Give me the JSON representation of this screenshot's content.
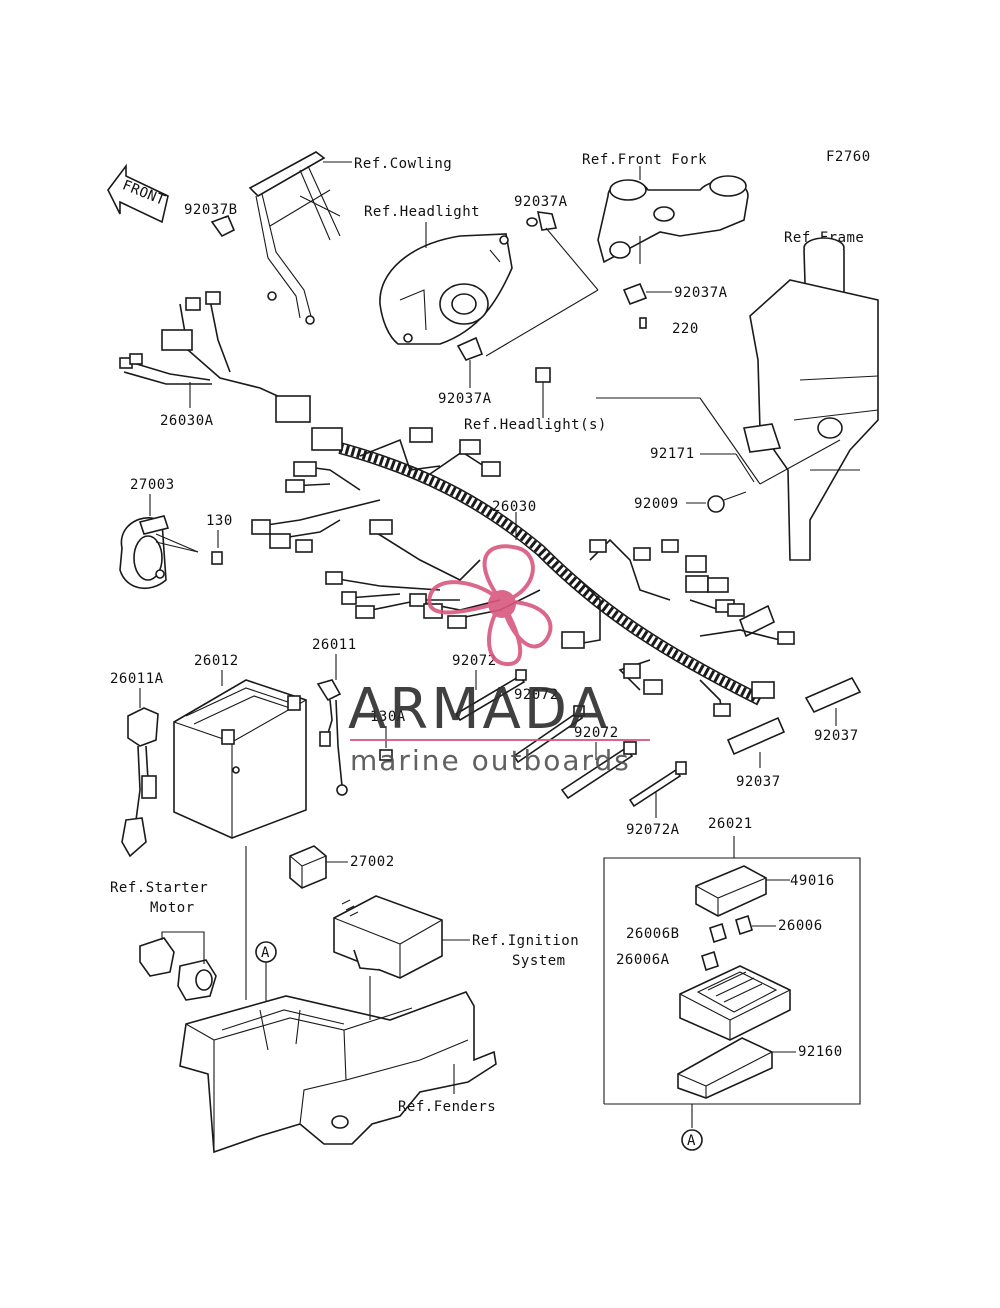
{
  "figure_code": "F2760",
  "direction_arrow": "FRONT",
  "watermark": {
    "brand": "ARMADA",
    "tagline": "marine outboards",
    "logo_color": "#d8587e",
    "text_color": "#2c2c2c"
  },
  "labels": {
    "ref_cowling": "Ref.Cowling",
    "ref_front_fork": "Ref.Front Fork",
    "ref_frame": "Ref.Frame",
    "ref_headlight": "Ref.Headlight",
    "ref_headlight_s": "Ref.Headlight(s)",
    "ref_starter_motor_1": "Ref.Starter",
    "ref_starter_motor_2": "Motor",
    "ref_ignition_1": "Ref.Ignition",
    "ref_ignition_2": "System",
    "ref_fenders": "Ref.Fenders",
    "p92037B": "92037B",
    "p92037A_top": "92037A",
    "p92037A_fork": "92037A",
    "p220": "220",
    "p92037A_head": "92037A",
    "p26030A": "26030A",
    "p92171": "92171",
    "p92009": "92009",
    "p27003": "27003",
    "p130": "130",
    "p26030": "26030",
    "p26011": "26011",
    "p26012": "26012",
    "p26011A": "26011A",
    "p130A": "130A",
    "p92072_a": "92072",
    "p92072_b": "92072",
    "p92072_c": "92072",
    "p92072A": "92072A",
    "p92037_a": "92037",
    "p92037_b": "92037",
    "p26021": "26021",
    "p49016": "49016",
    "p26006": "26006",
    "p26006B": "26006B",
    "p26006A": "26006A",
    "p92160": "92160",
    "p27002": "27002",
    "circle_a": "A",
    "circle_a2": "A"
  }
}
